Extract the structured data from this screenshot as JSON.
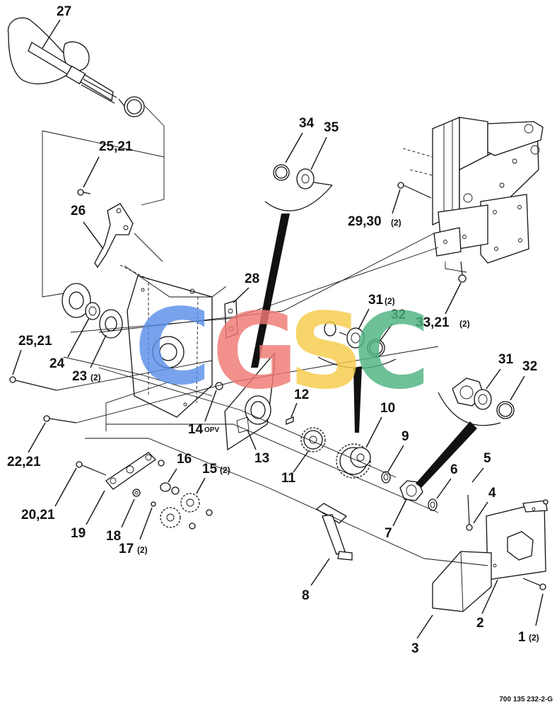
{
  "callouts": {
    "c1": "1",
    "c1q": "(2)",
    "c2": "2",
    "c3": "3",
    "c4": "4",
    "c5": "5",
    "c6": "6",
    "c7": "7",
    "c8": "8",
    "c9": "9",
    "c10": "10",
    "c11": "11",
    "c12": "12",
    "c13": "13",
    "c14": "14",
    "c14s": "OPV",
    "c15": "15",
    "c15q": "(2)",
    "c16": "16",
    "c17": "17",
    "c17q": "(2)",
    "c18": "18",
    "c19": "19",
    "c20": "20,21",
    "c22": "22,21",
    "c23": "23",
    "c23q": "(2)",
    "c24": "24",
    "c25a": "25,21",
    "c25b": "25,21",
    "c26": "26",
    "c27": "27",
    "c28": "28",
    "c29": "29,30",
    "c29q": "(2)",
    "c31a": "31",
    "c31aq": "(2)",
    "c31b": "31",
    "c32a": "32",
    "c32b": "32",
    "c33": "33,21",
    "c33q": "(2)",
    "c34": "34",
    "c35": "35"
  },
  "drawing_number": "700 135 232-2-G",
  "watermark": {
    "letters": [
      "C",
      "G",
      "S",
      "C"
    ],
    "colors": [
      "#5b8fe8",
      "#f07a74",
      "#f7cc4a",
      "#4fb381"
    ]
  }
}
